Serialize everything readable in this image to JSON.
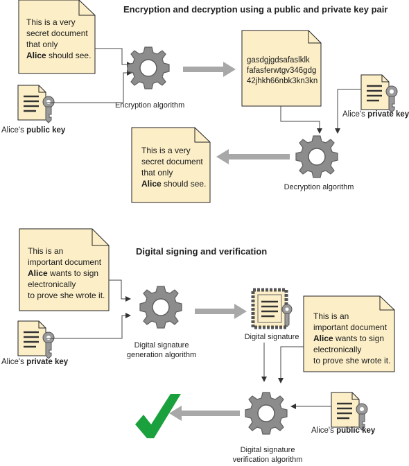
{
  "section1": {
    "title": "Encryption and decryption using a public and private key pair",
    "plain_doc": {
      "line1": "This is a very",
      "line2": "secret document",
      "line3": "that only",
      "line4_bold": "Alice",
      "line4_rest": " should see."
    },
    "cipher_doc": {
      "line1": "gasdgjgdsafaslklk",
      "line2": "fafasferwtgv346gdg",
      "line3": "42jhkh66nbk3kn3kn"
    },
    "decrypted_doc": {
      "line1": "This is a very",
      "line2": "secret document",
      "line3": "that only",
      "line4_bold": "Alice",
      "line4_rest": " should see."
    },
    "public_key_label": {
      "prefix": "Alice's ",
      "bold": "public key"
    },
    "private_key_label": {
      "prefix": "Alice's ",
      "bold": "private key"
    },
    "encryption_label": "Encryption algorithm",
    "decryption_label": "Decryption algorithm"
  },
  "section2": {
    "title": "Digital signing and verification",
    "source_doc": {
      "line1": "This is an",
      "line2": "important document",
      "line3_bold": "Alice",
      "line3_rest": " wants to sign",
      "line4": "electronically",
      "line5": "to prove she wrote it."
    },
    "copy_doc": {
      "line1": "This is an",
      "line2": "important document",
      "line3_bold": "Alice",
      "line3_rest": " wants to sign",
      "line4": "electronically",
      "line5": "to prove she wrote it."
    },
    "private_key_label": {
      "prefix": "Alice's ",
      "bold": "private key"
    },
    "public_key_label": {
      "prefix": "Alice's ",
      "bold": "public key"
    },
    "generation_label": {
      "line1": "Digital signature",
      "line2": "generation algorithm"
    },
    "signature_label": "Digital signature",
    "verification_label": {
      "line1": "Digital signature",
      "line2": "verification algorithm"
    }
  },
  "colors": {
    "paper": "#fcefc8",
    "paper_edge": "#222222",
    "gear": "#8c8c8c",
    "gear_dark": "#5f5f5f",
    "arrow": "#a8a8a8",
    "check": "#1aa13d"
  }
}
